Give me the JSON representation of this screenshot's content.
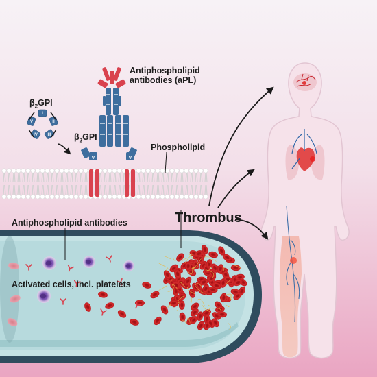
{
  "labels": {
    "b2gpi_top_pre": "β",
    "b2gpi_top_sub": "2",
    "b2gpi_top_post": "GPI",
    "b2gpi_mid_pre": "β",
    "b2gpi_mid_sub": "2",
    "b2gpi_mid_post": "GPI",
    "apl_line1": "Antiphospholipid",
    "apl_line2": "antibodies (aPL)",
    "phospholipid": "Phospholipid",
    "thrombus": "Thrombus",
    "apl_vessel": "Antiphospholipid antibodies",
    "activated_cells": "Activated cells, incl. platelets"
  },
  "domain_text": {
    "domain_i": "I",
    "domain_ii": "II",
    "domain_iii": "III",
    "domain_iv": "IV",
    "domain_v": "V"
  },
  "colors": {
    "antibody_blue": "#3e6e9e",
    "antibody_red": "#d9424e",
    "membrane_red": "#d9424e",
    "clot_red": "#c81d1d",
    "vessel_dark": "#2f4c5e",
    "vessel_lumen": "#bfe0e3",
    "body_fill": "#f6e2ea",
    "leg_highlight": "#f1b3a9",
    "monocyte": "#7a4aa6"
  }
}
